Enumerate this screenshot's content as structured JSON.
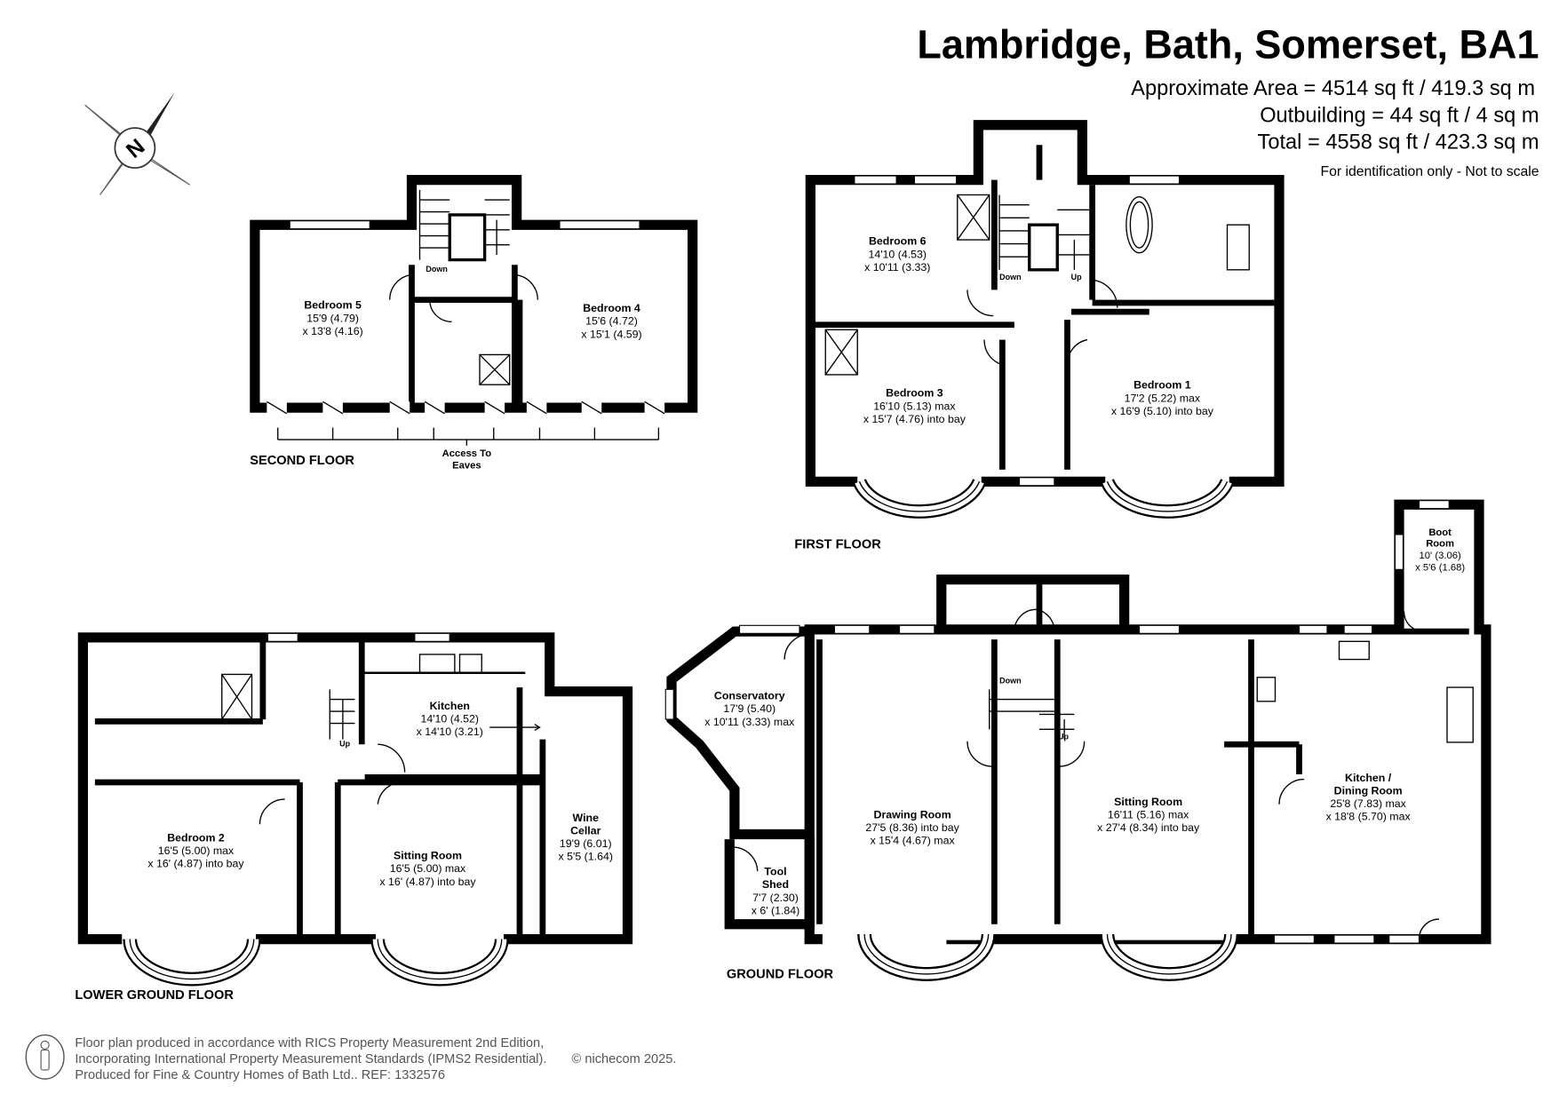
{
  "header": {
    "title": "Lambridge, Bath, Somerset, BA1",
    "approx_area": "Approximate Area = 4514 sq ft / 419.3 sq m",
    "outbuilding": "Outbuilding = 44 sq ft / 4 sq m",
    "total": "Total = 4558 sq ft / 423.3 sq m",
    "disclaimer": "For identification only - Not to scale"
  },
  "compass": {
    "label": "N"
  },
  "second_floor": {
    "name": "SECOND FLOOR",
    "down": "Down",
    "eaves_1": "Access To",
    "eaves_2": "Eaves",
    "bedroom5": {
      "name": "Bedroom 5",
      "dim1": "15'9 (4.79)",
      "dim2": "x 13'8 (4.16)"
    },
    "bedroom4": {
      "name": "Bedroom 4",
      "dim1": "15'6 (4.72)",
      "dim2": "x 15'1 (4.59)"
    }
  },
  "first_floor": {
    "name": "FIRST FLOOR",
    "down": "Down",
    "up": "Up",
    "bedroom6": {
      "name": "Bedroom 6",
      "dim1": "14'10 (4.53)",
      "dim2": "x 10'11 (3.33)"
    },
    "bedroom3": {
      "name": "Bedroom 3",
      "dim1": "16'10 (5.13) max",
      "dim2": "x 15'7 (4.76) into bay"
    },
    "bedroom1": {
      "name": "Bedroom 1",
      "dim1": "17'2 (5.22) max",
      "dim2": "x 16'9 (5.10) into bay"
    }
  },
  "lower_ground_floor": {
    "name": "LOWER GROUND FLOOR",
    "up": "Up",
    "kitchen": {
      "name": "Kitchen",
      "dim1": "14'10 (4.52)",
      "dim2": "x 14'10 (3.21)"
    },
    "bedroom2": {
      "name": "Bedroom 2",
      "dim1": "16'5 (5.00) max",
      "dim2": "x 16' (4.87)  into bay"
    },
    "sitting": {
      "name": "Sitting Room",
      "dim1": "16'5 (5.00) max",
      "dim2": "x 16' (4.87) into bay"
    },
    "wine": {
      "name1": "Wine",
      "name2": "Cellar",
      "dim1": "19'9 (6.01)",
      "dim2": "x 5'5 (1.64)"
    }
  },
  "ground_floor": {
    "name": "GROUND FLOOR",
    "down": "Down",
    "up": "Up",
    "conservatory": {
      "name": "Conservatory",
      "dim1": "17'9 (5.40)",
      "dim2": "x 10'11 (3.33) max"
    },
    "drawing": {
      "name": "Drawing Room",
      "dim1": "27'5 (8.36) into bay",
      "dim2": "x 15'4 (4.67) max"
    },
    "sitting": {
      "name": "Sitting Room",
      "dim1": "16'11 (5.16) max",
      "dim2": "x 27'4 (8.34) into bay"
    },
    "kitchen": {
      "name1": "Kitchen /",
      "name2": "Dining Room",
      "dim1": "25'8 (7.83) max",
      "dim2": "x 18'8 (5.70) max"
    },
    "tool": {
      "name1": "Tool",
      "name2": "Shed",
      "dim1": "7'7 (2.30)",
      "dim2": "x 6' (1.84)"
    },
    "boot": {
      "name1": "Boot",
      "name2": "Room",
      "dim1": "10' (3.06)",
      "dim2": "x 5'6 (1.68)"
    }
  },
  "footer": {
    "line1": "Floor plan produced in accordance with RICS Property Measurement 2nd Edition,",
    "line2": "Incorporating International Property Measurement Standards (IPMS2 Residential).",
    "copyright": "© nichecom 2025.",
    "line3": "Produced for Fine & Country Homes of Bath Ltd..   REF: 1332576"
  }
}
